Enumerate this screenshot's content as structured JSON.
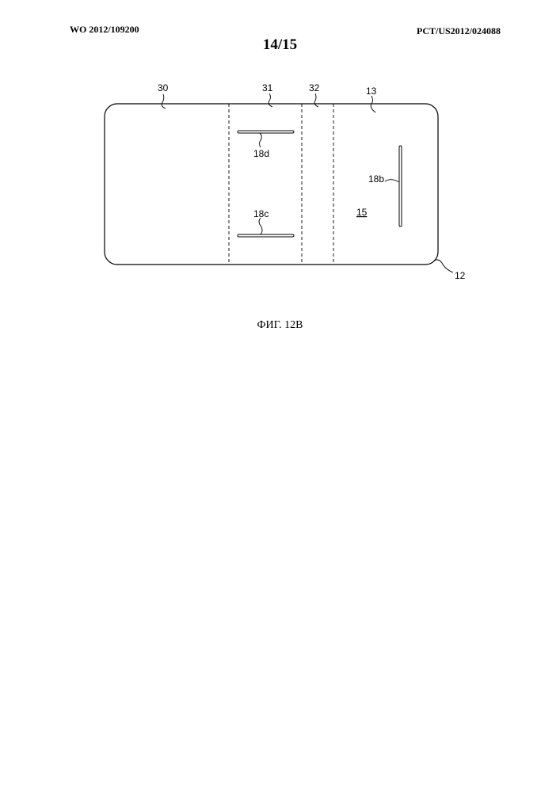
{
  "header": {
    "publication_number": "WO 2012/109200",
    "sheet": "14/15",
    "application_number": "PCT/US2012/024088"
  },
  "figure": {
    "caption": "ФИГ. 12B",
    "labels": {
      "r30": "30",
      "r31": "31",
      "r32": "32",
      "r13": "13",
      "r18d": "18d",
      "r18c": "18c",
      "r18b": "18b",
      "r15": "15",
      "r12": "12"
    }
  }
}
